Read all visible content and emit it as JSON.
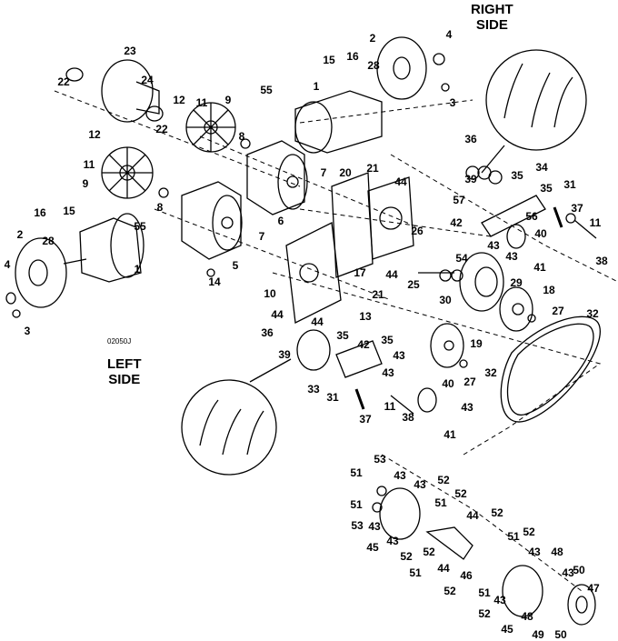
{
  "diagram": {
    "right_side_label": [
      "RIGHT",
      "SIDE"
    ],
    "left_side_label": [
      "LEFT",
      "SIDE"
    ],
    "drawing_code": "02050J",
    "callouts": [
      "23",
      "22",
      "24",
      "22",
      "12",
      "11",
      "9",
      "8",
      "12",
      "11",
      "9",
      "8",
      "55",
      "16",
      "15",
      "28",
      "2",
      "1",
      "4",
      "3",
      "2",
      "4",
      "15",
      "16",
      "28",
      "1",
      "55",
      "3",
      "7",
      "20",
      "21",
      "44",
      "6",
      "7",
      "5",
      "14",
      "10",
      "44",
      "44",
      "13",
      "21",
      "17",
      "44",
      "26",
      "25",
      "54",
      "30",
      "29",
      "18",
      "27",
      "32",
      "32",
      "19",
      "27",
      "36",
      "39",
      "35",
      "34",
      "35",
      "31",
      "37",
      "57",
      "42",
      "56",
      "43",
      "40",
      "43",
      "41",
      "11",
      "38",
      "36",
      "39",
      "35",
      "42",
      "35",
      "43",
      "43",
      "33",
      "31",
      "37",
      "11",
      "38",
      "40",
      "43",
      "41",
      "53",
      "51",
      "43",
      "43",
      "52",
      "51",
      "52",
      "51",
      "53",
      "43",
      "44",
      "52",
      "45",
      "43",
      "52",
      "52",
      "51",
      "52",
      "51",
      "44",
      "43",
      "48",
      "46",
      "52",
      "43",
      "50",
      "51",
      "47",
      "43",
      "52",
      "48",
      "45",
      "49",
      "50"
    ]
  }
}
